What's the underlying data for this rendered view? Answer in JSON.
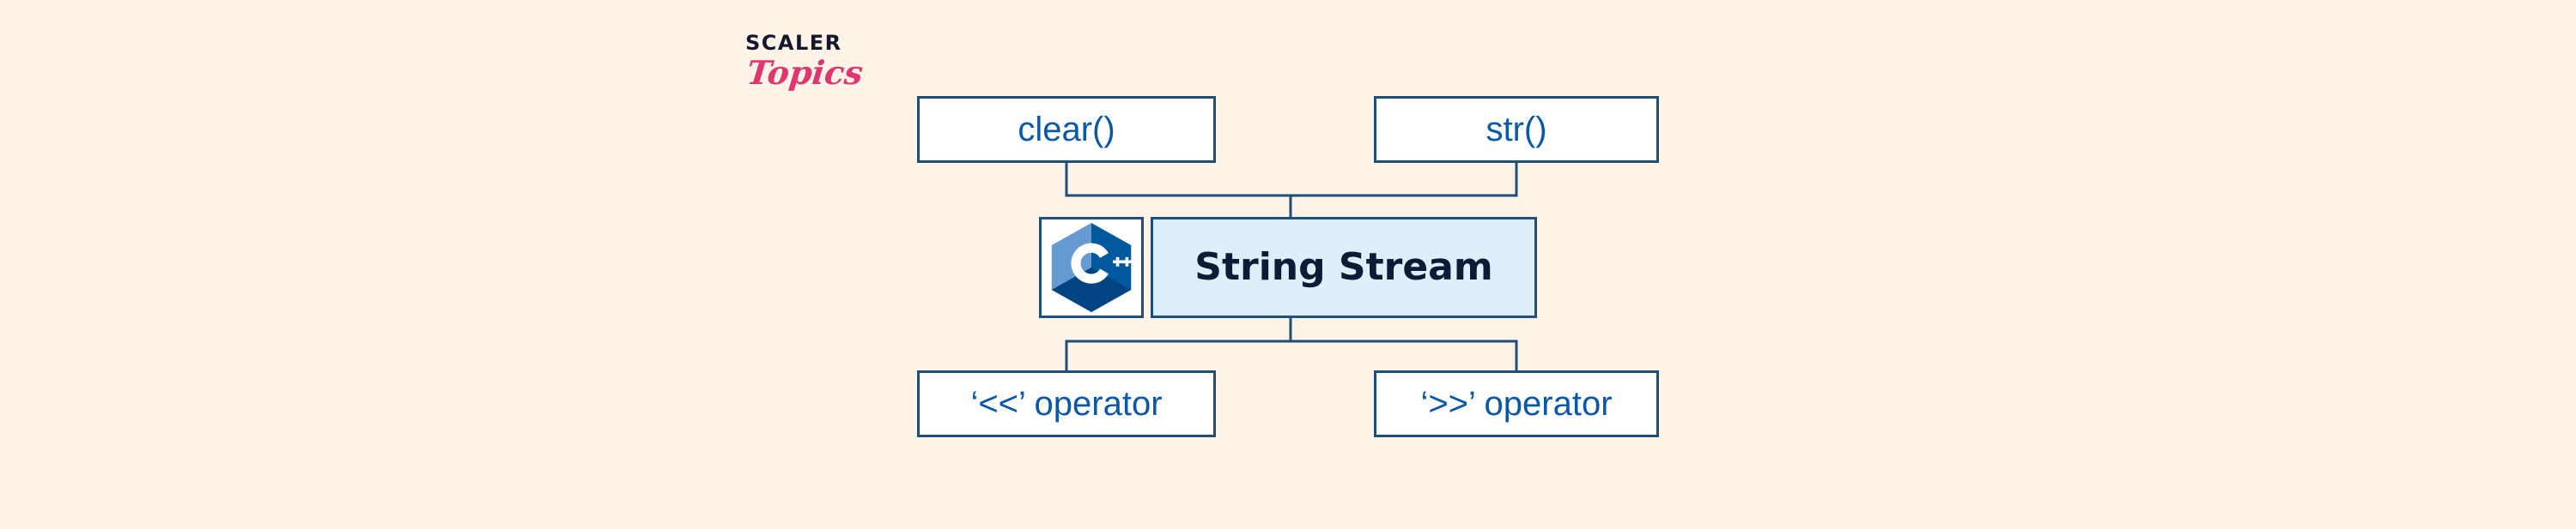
{
  "brand": {
    "name_top": "SCALER",
    "name_bottom": "Topics"
  },
  "diagram": {
    "title": "String Stream",
    "center": {
      "label": "String Stream",
      "icon": "cpp-logo-icon",
      "fill_color": "#deeffc",
      "border_color": "#1f4e79",
      "text_color": "#0d1b35"
    },
    "parents": [
      {
        "id": "clear",
        "label": "clear()"
      },
      {
        "id": "str",
        "label": "str()"
      }
    ],
    "children": [
      {
        "id": "insertion",
        "label": "‘<<’ operator"
      },
      {
        "id": "extraction",
        "label": "‘>>’ operator"
      }
    ],
    "colors": {
      "background": "#fdf3e7",
      "box_fill": "#ffffff",
      "box_border": "#1f4e79",
      "box_text": "#0a59a8",
      "connector": "#1f4e79",
      "brand_dark": "#13182d",
      "brand_pink": "#e0366f"
    },
    "cpp_logo": {
      "light_blue": "#659ad2",
      "mid_blue": "#00599c",
      "dark_blue": "#004482",
      "glyph": "C++"
    }
  }
}
